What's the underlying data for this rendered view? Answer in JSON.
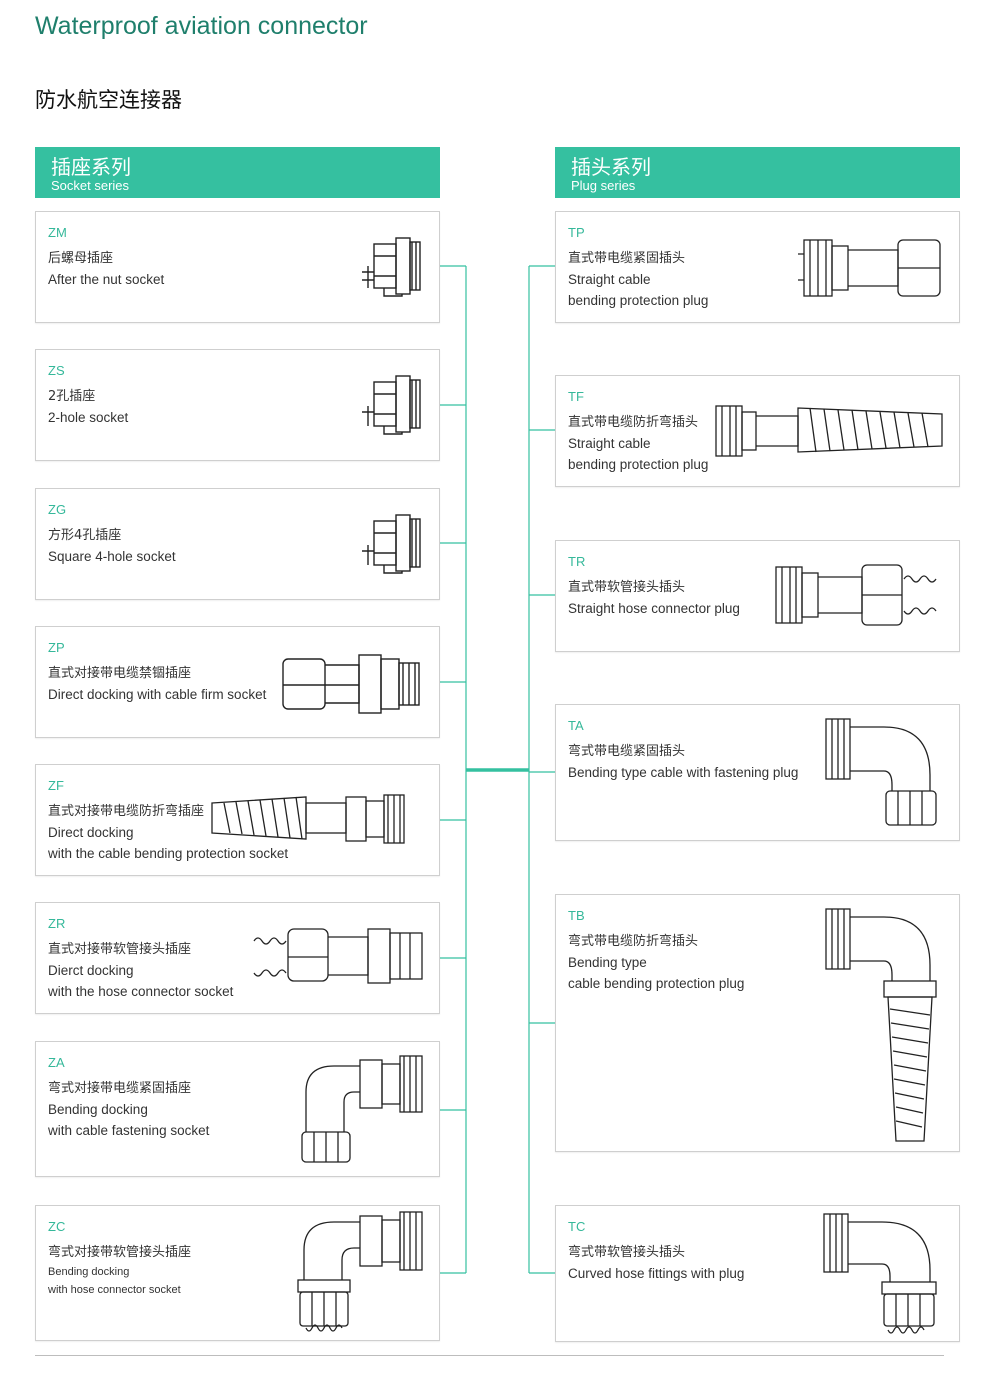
{
  "header": {
    "title": "Waterproof aviation connector",
    "subtitle": "防水航空连接器"
  },
  "socket_series": {
    "cn": "插座系列",
    "en": "Socket series",
    "accent": "#35c0a0",
    "items": [
      {
        "code": "ZM",
        "lines": [
          "后螺母插座",
          "After the nut socket"
        ]
      },
      {
        "code": "ZS",
        "lines": [
          "2孔插座",
          "2-hole socket"
        ]
      },
      {
        "code": "ZG",
        "lines": [
          "方形4孔插座",
          "Square 4-hole socket"
        ]
      },
      {
        "code": "ZP",
        "lines": [
          "直式对接带电缆禁锢插座",
          "Direct docking with cable firm socket"
        ]
      },
      {
        "code": "ZF",
        "lines": [
          "直式对接带电缆防折弯插座",
          "Direct docking",
          "with the cable bending protection socket"
        ]
      },
      {
        "code": "ZR",
        "lines": [
          "直式对接带软管接头插座",
          "Dierct docking",
          "with the hose connector socket"
        ]
      },
      {
        "code": "ZA",
        "lines": [
          "弯式对接带电缆紧固插座",
          "Bending docking",
          "with cable fastening socket"
        ]
      },
      {
        "code": "ZC",
        "lines": [
          "弯式对接带软管接头插座",
          "Bending docking",
          "with hose connector socket"
        ]
      }
    ]
  },
  "plug_series": {
    "cn": "插头系列",
    "en": "Plug series",
    "accent": "#35c0a0",
    "items": [
      {
        "code": "TP",
        "lines": [
          "直式带电缆紧固插头",
          "Straight cable",
          "bending protection plug"
        ]
      },
      {
        "code": "TF",
        "lines": [
          "直式带电缆防折弯插头",
          "Straight cable",
          "bending protection plug"
        ]
      },
      {
        "code": "TR",
        "lines": [
          "直式带软管接头插头",
          "Straight hose connector plug"
        ]
      },
      {
        "code": "TA",
        "lines": [
          "弯式带电缆紧固插头",
          "Bending type cable with fastening plug"
        ]
      },
      {
        "code": "TB",
        "lines": [
          "弯式带电缆防折弯插头",
          "Bending type",
          "cable bending protection plug"
        ]
      },
      {
        "code": "TC",
        "lines": [
          "弯式带软管接头插头",
          "Curved hose fittings with plug"
        ]
      }
    ]
  },
  "connector_color": "#35c0a0",
  "icons": [
    "nut-socket-drawing",
    "two-hole-socket-drawing",
    "square-socket-drawing",
    "cable-firm-socket-drawing",
    "bend-protect-socket-drawing",
    "hose-socket-drawing",
    "bend-fasten-socket-drawing",
    "bend-hose-socket-drawing",
    "straight-cable-plug-drawing",
    "straight-bend-protect-plug-drawing",
    "straight-hose-plug-drawing",
    "bend-fasten-plug-drawing",
    "bend-protect-plug-drawing",
    "curved-hose-plug-drawing"
  ]
}
